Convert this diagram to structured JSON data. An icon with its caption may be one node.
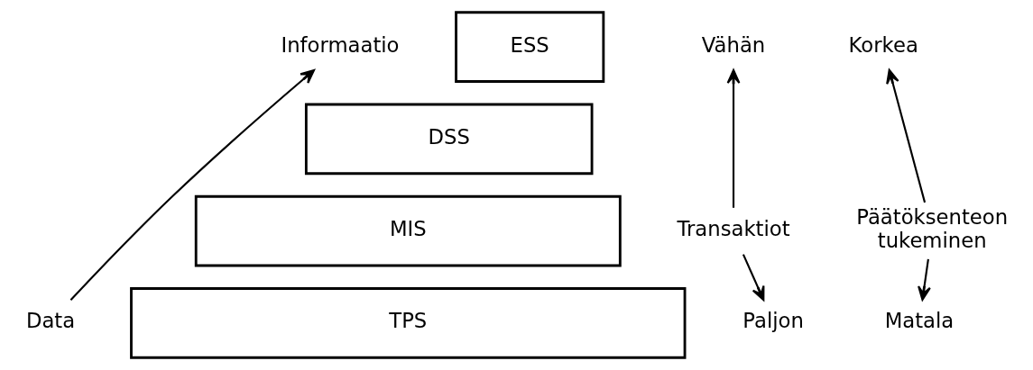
{
  "diagram": {
    "nodes": [
      {
        "text": [
          "Informaatio"
        ]
      },
      {
        "text": [
          "Vähän"
        ]
      },
      {
        "text": [
          "Korkea"
        ]
      },
      {
        "text": [
          "ESS"
        ]
      },
      {
        "text": [
          "DSS"
        ]
      },
      {
        "text": [
          "MIS"
        ]
      },
      {
        "text": [
          "Transaktiot"
        ]
      },
      {
        "text": [
          "Päätöksenteon tukeminen"
        ]
      },
      {
        "text": [
          "TPS"
        ]
      },
      {
        "text": [
          "Data"
        ]
      },
      {
        "text": [
          "Paljon"
        ]
      },
      {
        "text": [
          "Matala"
        ]
      }
    ],
    "edges": [
      {
        "from": 9,
        "to": 0,
        "arrow": "to"
      },
      {
        "from": 6,
        "to": 1,
        "arrow": "to"
      },
      {
        "from": 6,
        "to": 10,
        "arrow": "to"
      },
      {
        "from": 7,
        "to": 2,
        "arrow": "to"
      },
      {
        "from": 7,
        "to": 11,
        "arrow": "to"
      }
    ]
  }
}
